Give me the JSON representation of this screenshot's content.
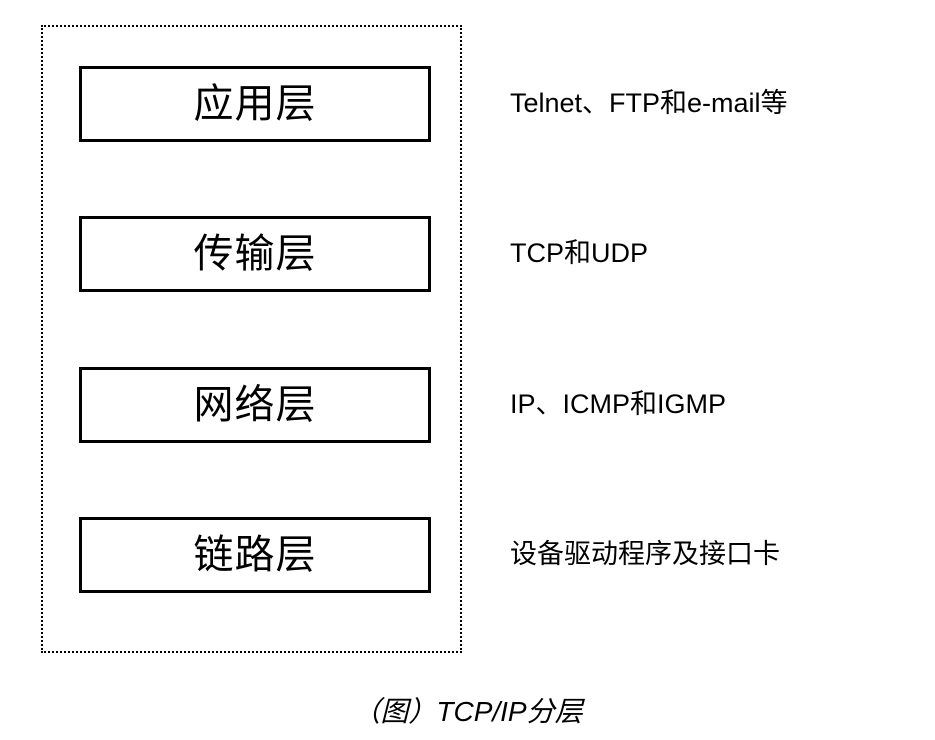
{
  "diagram": {
    "caption": "（图）TCP/IP分层",
    "container_border_style": "dotted",
    "ink_color": "#000000",
    "background_color": "#ffffff",
    "layers": [
      {
        "name": "应用层",
        "protocols": "Telnet、FTP和e-mail等"
      },
      {
        "name": "传输层",
        "protocols": "TCP和UDP"
      },
      {
        "name": "网络层",
        "protocols": "IP、ICMP和IGMP"
      },
      {
        "name": "链路层",
        "protocols": "设备驱动程序及接口卡"
      }
    ]
  }
}
